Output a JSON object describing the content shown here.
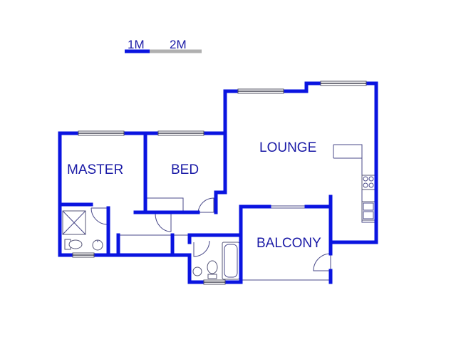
{
  "scale_bar": {
    "label_1m": "1M",
    "label_2m": "2M",
    "bar_color_first": "#0a14e0",
    "bar_color_second": "#b0b0b0"
  },
  "rooms": {
    "master": "MASTER",
    "bed": "BED",
    "lounge": "LOUNGE",
    "balcony": "BALCONY"
  },
  "colors": {
    "wall": "#0a14e0",
    "label": "#1a1aa6",
    "fixture_line": "#555577"
  }
}
